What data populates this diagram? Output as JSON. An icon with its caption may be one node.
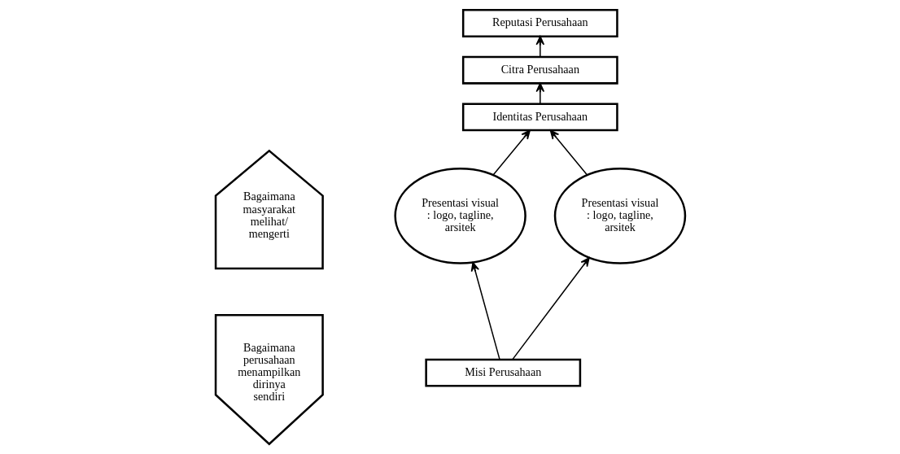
{
  "diagram": {
    "nodes": [
      {
        "text": [
          "Bagaimana masyarakat melihat/ mengerti"
        ]
      },
      {
        "text": [
          "Bagaimana perusahaan menampilkan dirinya sendiri"
        ]
      },
      {
        "text": [
          "Reputasi Perusahaan"
        ]
      },
      {
        "text": [
          "Citra Perusahaan"
        ]
      },
      {
        "text": [
          "Identitas Perusahaan"
        ]
      },
      {
        "text": [
          "Presentasi visual : logo, tagline, arsitek"
        ]
      },
      {
        "text": [
          "Presentasi visual : logo, tagline, arsitek"
        ]
      },
      {
        "text": [
          "Misi Perusahaan"
        ]
      }
    ],
    "edges": [
      {
        "from": 3,
        "to": 2,
        "arrow": "to"
      },
      {
        "from": 4,
        "to": 3,
        "arrow": "to"
      },
      {
        "from": 5,
        "to": 4,
        "arrow": "to"
      },
      {
        "from": 6,
        "to": 4,
        "arrow": "to"
      },
      {
        "from": 7,
        "to": 5,
        "arrow": "to"
      },
      {
        "from": 7,
        "to": 6,
        "arrow": "to"
      }
    ]
  }
}
